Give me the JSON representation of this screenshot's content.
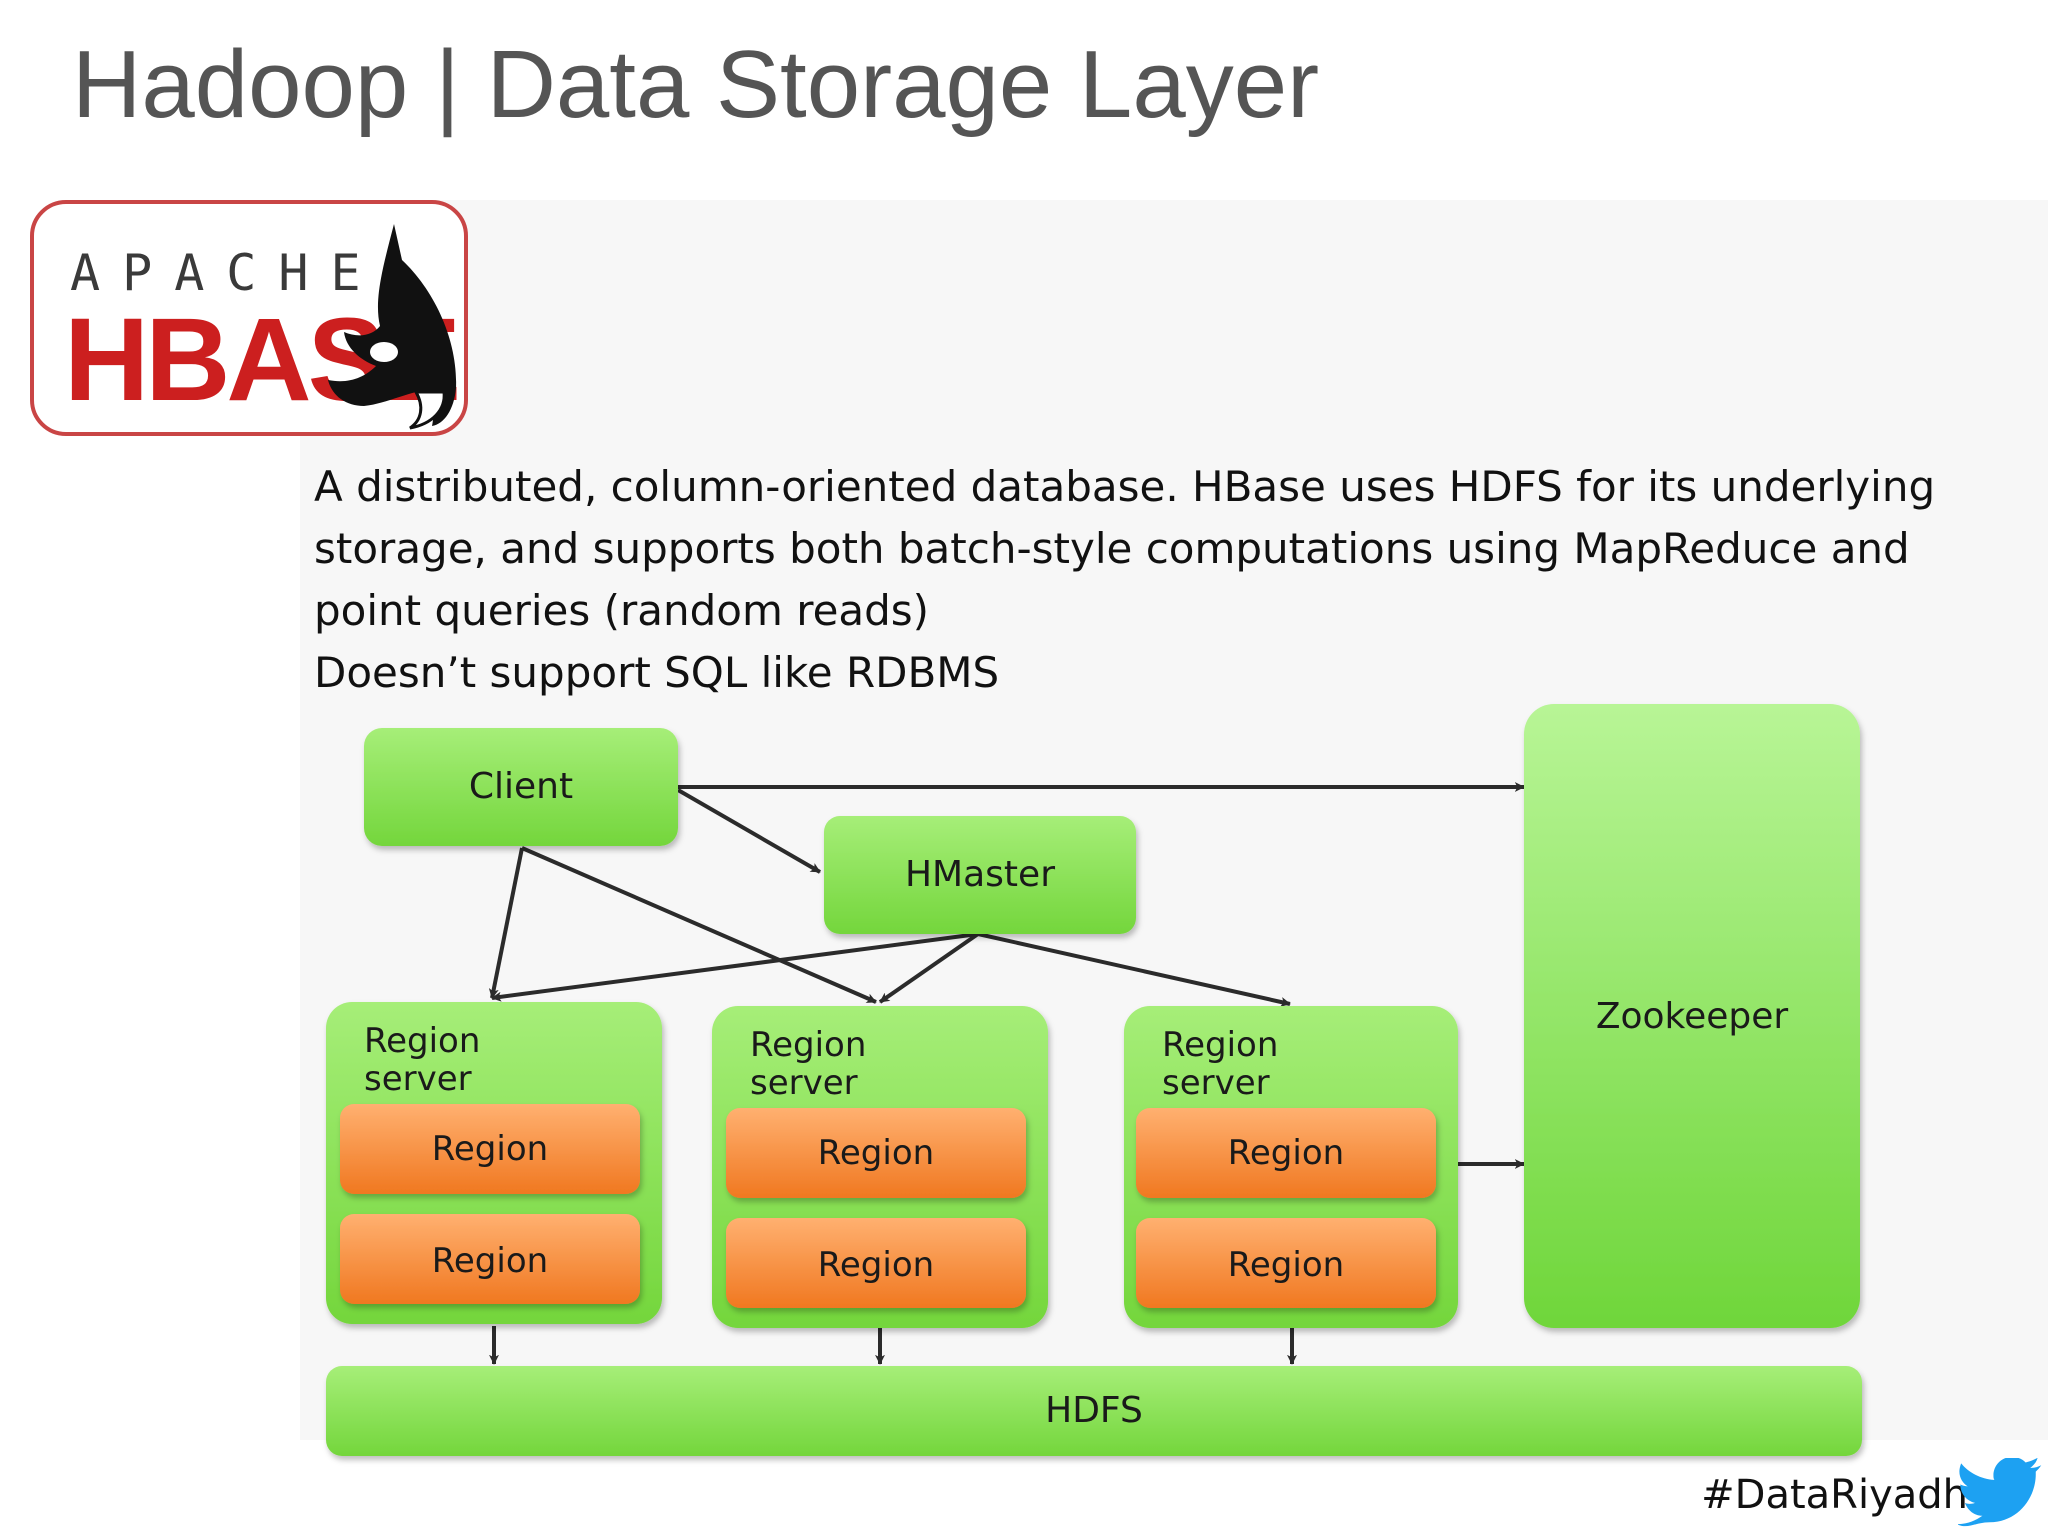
{
  "slide": {
    "title": "Hadoop | Data Storage Layer",
    "footer_tag": "#DataRiyadh"
  },
  "logo": {
    "apache": "APACHE",
    "hbase": "HBASE"
  },
  "description": {
    "paragraph": "A distributed, column-oriented database. HBase uses HDFS for its underlying storage, and supports both batch-style computations using MapReduce and point queries (random reads)",
    "note": "Doesn’t support SQL like RDBMS"
  },
  "diagram": {
    "client": "Client",
    "hmaster": "HMaster",
    "zookeeper": "Zookeeper",
    "hdfs": "HDFS",
    "region_servers": [
      {
        "label_line1": "Region",
        "label_line2": "server",
        "regions": [
          "Region",
          "Region"
        ]
      },
      {
        "label_line1": "Region",
        "label_line2": "server",
        "regions": [
          "Region",
          "Region"
        ]
      },
      {
        "label_line1": "Region",
        "label_line2": "server",
        "regions": [
          "Region",
          "Region"
        ]
      }
    ]
  },
  "colors": {
    "node_green": "#8ee35a",
    "node_green_light": "#b6f08e",
    "region_orange": "#f58a3a",
    "arrow": "#2b2b2b",
    "logo_red": "#cc1f1f"
  },
  "icons": [
    "orca-icon",
    "twitter-bird-icon"
  ]
}
